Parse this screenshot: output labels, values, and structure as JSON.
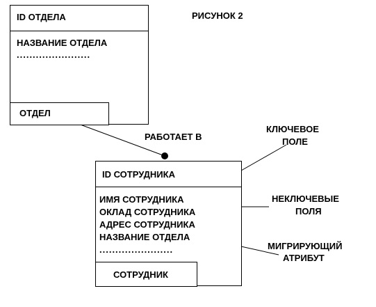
{
  "figure_caption": "РИСУНОК 2",
  "department_entity": {
    "key_field": "ID ОТДЕЛА",
    "fields": [
      "НАЗВАНИЕ ОТДЕЛА"
    ],
    "dots": ".......................",
    "entity_name": "ОТДЕЛ"
  },
  "relationship_label": "РАБОТАЕТ В",
  "employee_entity": {
    "key_field": "ID СОТРУДНИКА",
    "fields": [
      "ИМЯ СОТРУДНИКА",
      "ОКЛАД СОТРУДНИКА",
      "АДРЕС СОТРУДНИКА",
      "НАЗВАНИЕ ОТДЕЛА"
    ],
    "dots": ".......................",
    "entity_name": "СОТРУДНИК"
  },
  "annotations": {
    "key_field": [
      "КЛЮЧЕВОЕ",
      "ПОЛЕ"
    ],
    "non_key_fields": [
      "НЕКЛЮЧЕВЫЕ",
      "ПОЛЯ"
    ],
    "migrating_attribute": [
      "МИГРИРУЮЩИЙ",
      "АТРИБУТ"
    ]
  }
}
